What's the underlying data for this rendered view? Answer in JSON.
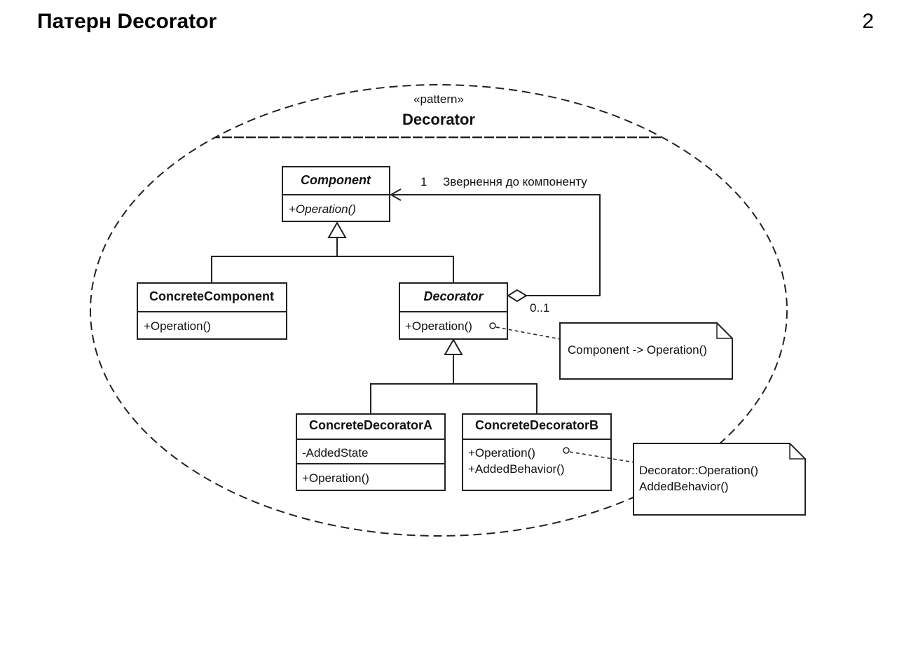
{
  "slide": {
    "title": "Патерн Decorator",
    "page_number": "2"
  },
  "pattern": {
    "stereotype": "«pattern»",
    "name": "Decorator"
  },
  "classes": {
    "component": {
      "name": "Component",
      "operations": [
        "+Operation()"
      ]
    },
    "concrete_component": {
      "name": "ConcreteComponent",
      "operations": [
        "+Operation()"
      ]
    },
    "decorator": {
      "name": "Decorator",
      "operations": [
        "+Operation()"
      ]
    },
    "concrete_decorator_a": {
      "name": "ConcreteDecoratorA",
      "attributes": [
        "-AddedState"
      ],
      "operations": [
        "+Operation()"
      ]
    },
    "concrete_decorator_b": {
      "name": "ConcreteDecoratorB",
      "operations": [
        "+Operation()",
        "+AddedBehavior()"
      ]
    }
  },
  "association": {
    "label": "Звернення до компоненту",
    "multiplicity_target": "1",
    "multiplicity_source": "0..1"
  },
  "notes": {
    "decorator_note": "Component -> Operation()",
    "concrete_b_note_line1": "Decorator::Operation()",
    "concrete_b_note_line2": "AddedBehavior()"
  }
}
